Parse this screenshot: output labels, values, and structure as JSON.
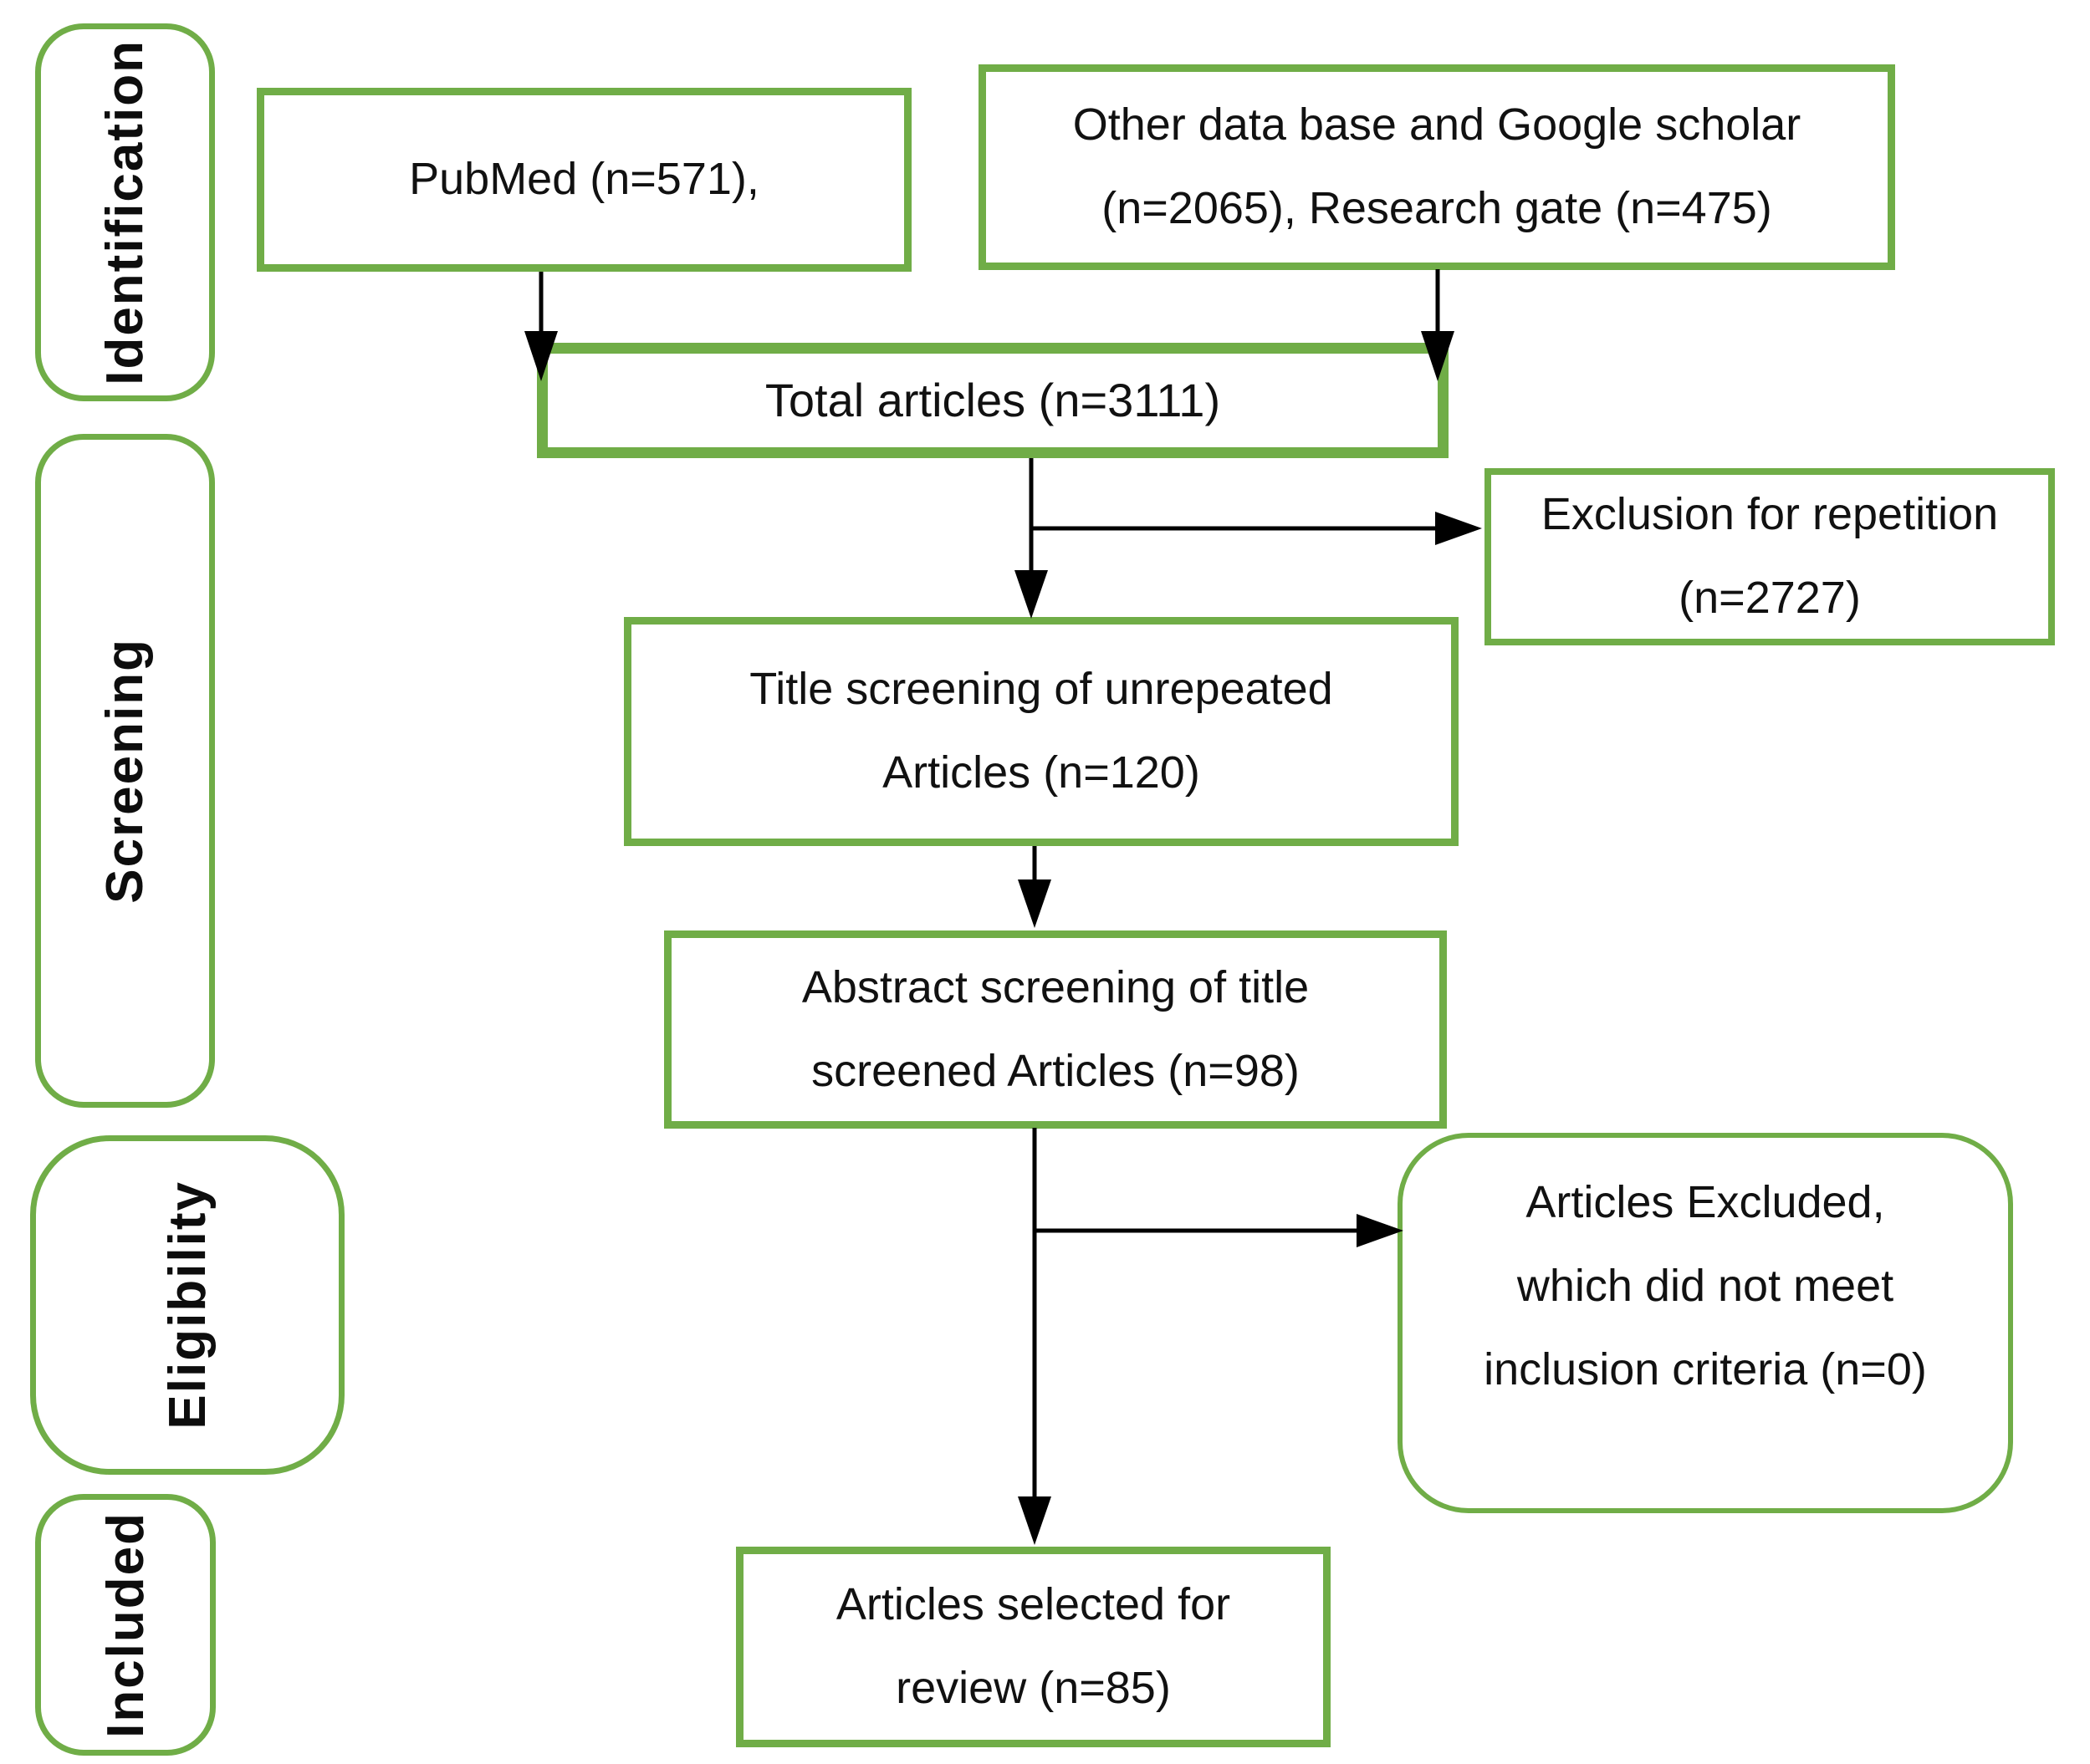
{
  "colors": {
    "accent": "#70ad47",
    "line": "#000000",
    "text": "#111111"
  },
  "stages": [
    {
      "label": "Identification"
    },
    {
      "label": "Screening"
    },
    {
      "label": "Eligibility"
    },
    {
      "label": "Included"
    }
  ],
  "boxes": {
    "pubmed": {
      "label": "PubMed (n=571),"
    },
    "other_sources": {
      "label": "Other data base and Google scholar\n(n=2065), Research gate (n=475)"
    },
    "total": {
      "label": "Total articles (n=3111)"
    },
    "exclusion_repetition": {
      "label": "Exclusion for repetition\n(n=2727)"
    },
    "title_screening": {
      "label": "Title screening of unrepeated\nArticles (n=120)"
    },
    "abstract_screening": {
      "label": "Abstract screening of title\nscreened Articles (n=98)"
    },
    "articles_excluded": {
      "label": "Articles Excluded,\nwhich did not meet\ninclusion criteria (n=0)"
    },
    "articles_selected": {
      "label": "Articles selected for\nreview (n=85)"
    }
  }
}
